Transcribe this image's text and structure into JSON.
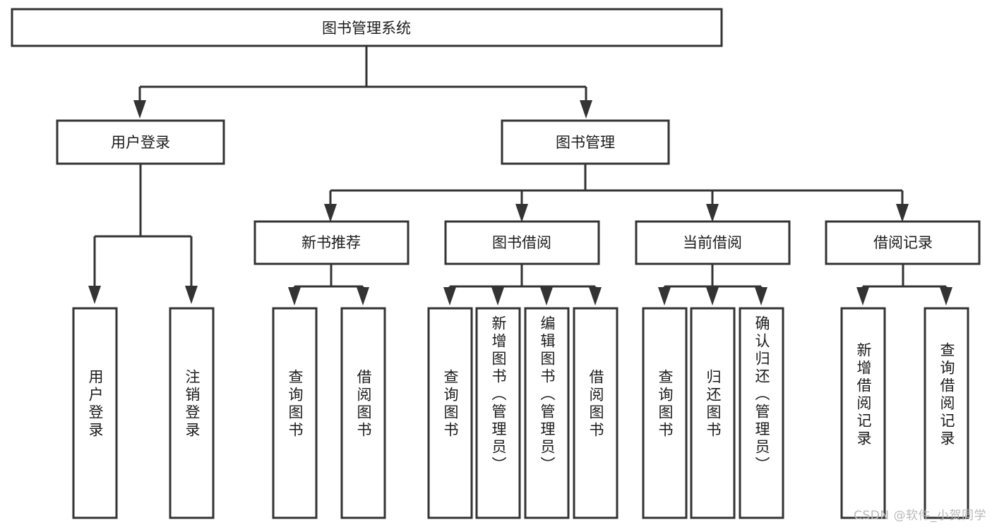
{
  "diagram": {
    "title": "图书管理系统",
    "watermark": "CSDN @软件_小贺同学",
    "stroke_color": "#333333",
    "box_fill": "#ffffff",
    "background": "#ffffff",
    "text_color": "#1b1b1b"
  },
  "nodes": {
    "root": {
      "label": "图书管理系统"
    },
    "level2": [
      {
        "label": "用户登录"
      },
      {
        "label": "图书管理"
      }
    ],
    "level3": [
      {
        "label": "新书推荐"
      },
      {
        "label": "图书借阅"
      },
      {
        "label": "当前借阅"
      },
      {
        "label": "借阅记录"
      }
    ],
    "leaves": {
      "user_login": [
        {
          "label": "用户登录"
        },
        {
          "label": "注销登录"
        }
      ],
      "new_book_recommend": [
        {
          "label": "查询图书"
        },
        {
          "label": "借阅图书"
        }
      ],
      "book_borrow": [
        {
          "label": "查询图书"
        },
        {
          "label": "新增图书（管理员）"
        },
        {
          "label": "编辑图书（管理员）"
        },
        {
          "label": "借阅图书"
        }
      ],
      "current_borrow": [
        {
          "label": "查询图书"
        },
        {
          "label": "归还图书"
        },
        {
          "label": "确认归还（管理员）"
        }
      ],
      "borrow_record": [
        {
          "label": "新增借阅记录"
        },
        {
          "label": "查询借阅记录"
        }
      ]
    }
  }
}
